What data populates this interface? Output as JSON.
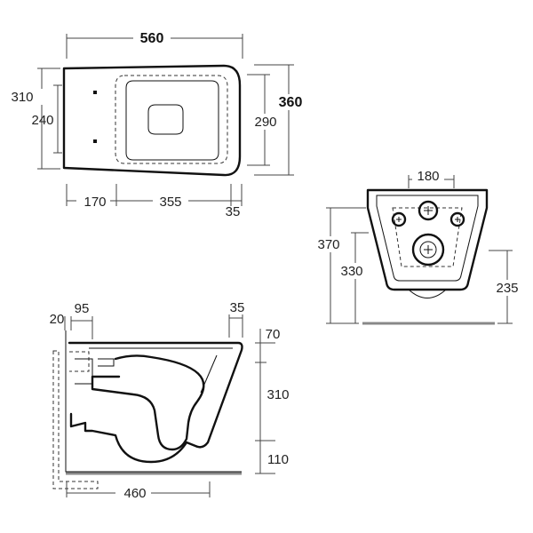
{
  "top_view": {
    "width": "560",
    "height_total": "360",
    "height_310": "310",
    "height_240": "240",
    "height_290": "290",
    "seg_170": "170",
    "seg_355": "355",
    "seg_35": "35"
  },
  "front_view": {
    "width_180": "180",
    "height_370": "370",
    "height_330": "330",
    "height_235": "235"
  },
  "side_view": {
    "dim_20": "20",
    "dim_95": "95",
    "dim_35": "35",
    "dim_70": "70",
    "dim_310": "310",
    "dim_110": "110",
    "dim_460": "460"
  }
}
